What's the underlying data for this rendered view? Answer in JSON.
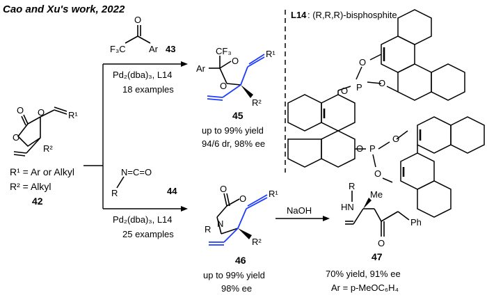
{
  "header": {
    "title": "Cao and Xu's work, 2022"
  },
  "ligand": {
    "label": "L14",
    "descriptor": ": (R,R,R)-bisphosphite"
  },
  "reactant42": {
    "number": "42",
    "r1_def": "R¹ = Ar or Alkyl",
    "r2_def": "R² = Alkyl"
  },
  "path_top": {
    "reagent_number": "43",
    "catalyst": "Pd₂(dba)₃, L14",
    "examples": "18 examples",
    "product_number": "45",
    "yield": "up to 99% yield",
    "selectivity": "94/6 dr, 98% ee"
  },
  "path_bottom": {
    "reagent_number": "44",
    "catalyst": "Pd₂(dba)₃, L14",
    "examples": "25 examples",
    "product_number": "46",
    "yield": "up to 99% yield",
    "selectivity": "98% ee"
  },
  "step_final": {
    "reagent": "NaOH",
    "product_number": "47",
    "yield": "70% yield, 91% ee",
    "ar_def": "Ar = p-MeOC₆H₄"
  },
  "atoms": {
    "O": "O",
    "N": "N",
    "P": "P",
    "C": "C",
    "R": "R",
    "R1": "R¹",
    "R2": "R²",
    "CF3": "CF₃",
    "F3C": "F₃C",
    "Ar": "Ar",
    "HN": "HN",
    "Me": "Me",
    "Ph": "Ph",
    "NCO": "N=C=O"
  },
  "colors": {
    "highlight": "#1e3cff",
    "text": "#000000"
  }
}
